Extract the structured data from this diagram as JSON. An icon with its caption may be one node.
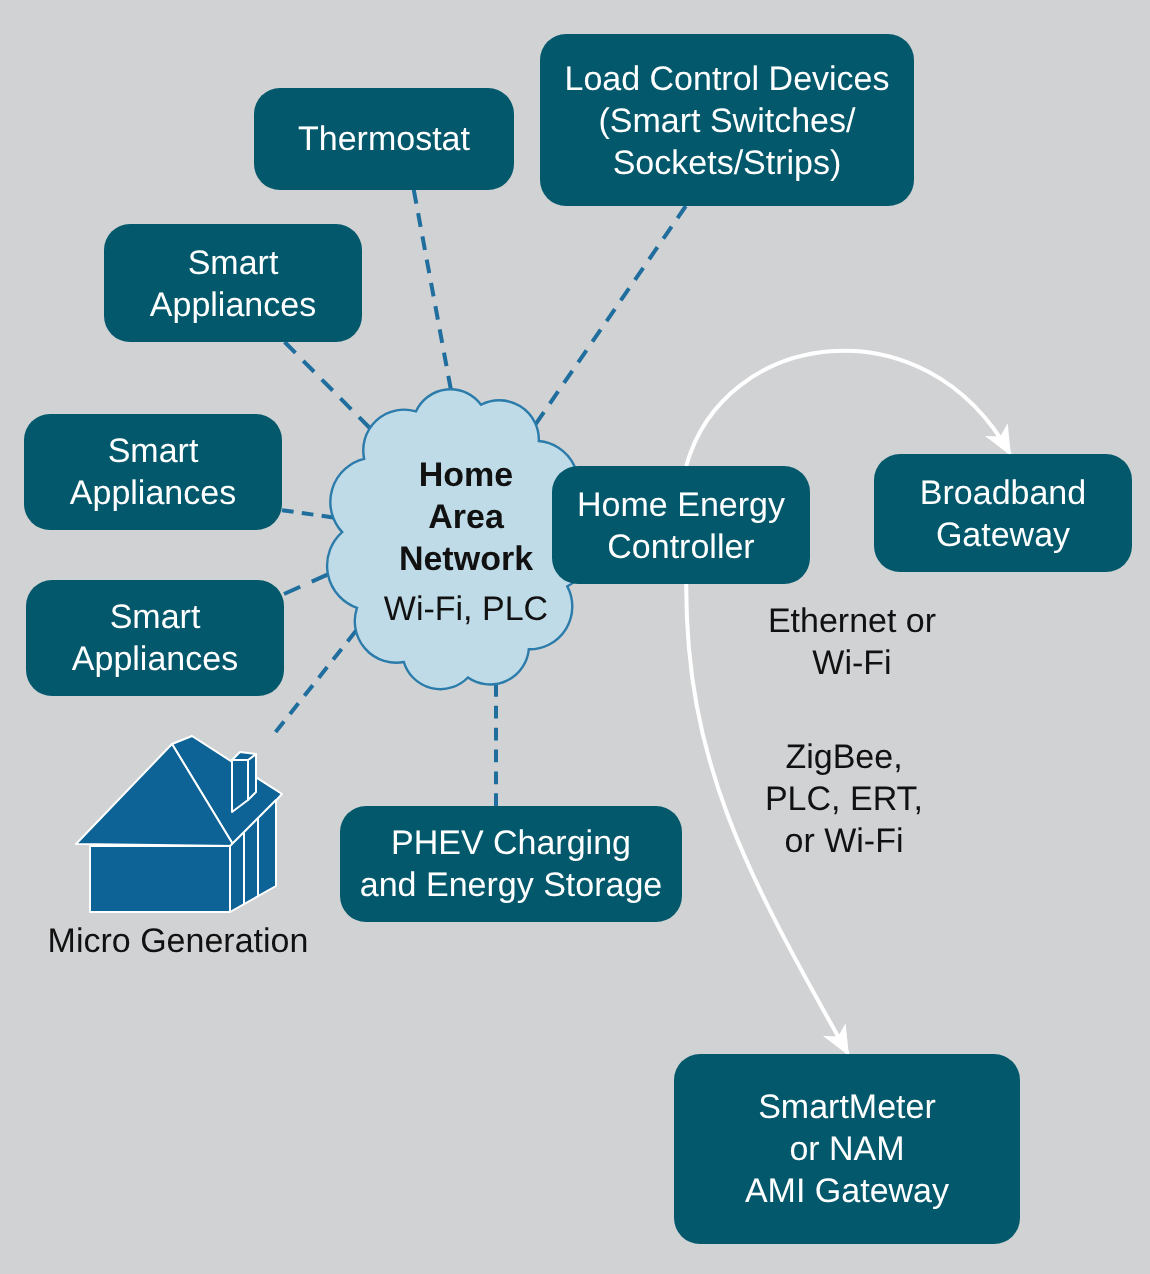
{
  "diagram": {
    "nodes": [
      {
        "text": [
          "Thermostat"
        ]
      },
      {
        "text": [
          "Load Control Devices (Smart Switches/ Sockets/Strips)"
        ]
      },
      {
        "text": [
          "Smart Appliances"
        ]
      },
      {
        "text": [
          "Smart Appliances"
        ]
      },
      {
        "text": [
          "Home Area Network",
          "Wi-Fi, PLC"
        ]
      },
      {
        "text": [
          "Home Energy Controller"
        ]
      },
      {
        "text": [
          "Broadband Gateway"
        ]
      },
      {
        "text": [
          "Smart Appliances"
        ]
      },
      {
        "text": [],
        "shape": "picture",
        "beside": [
          "Micro Generation"
        ]
      },
      {
        "text": [
          "PHEV Charging and Energy Storage"
        ]
      },
      {
        "text": [
          "SmartMeter or NAM",
          "AMI Gateway"
        ]
      }
    ],
    "edges": [
      {
        "from": 0,
        "to": 4,
        "arrow": "none",
        "style": "dashed"
      },
      {
        "from": 1,
        "to": 4,
        "arrow": "none",
        "style": "dashed"
      },
      {
        "from": 2,
        "to": 4,
        "arrow": "none",
        "style": "dashed"
      },
      {
        "from": 3,
        "to": 4,
        "arrow": "none",
        "style": "dashed"
      },
      {
        "from": 7,
        "to": 4,
        "arrow": "none",
        "style": "dashed"
      },
      {
        "from": 8,
        "to": 4,
        "arrow": "none",
        "style": "dashed"
      },
      {
        "from": 9,
        "to": 4,
        "arrow": "none",
        "style": "dashed"
      },
      {
        "from": 5,
        "to": 6,
        "arrow": "to",
        "label": "Ethernet or Wi-Fi",
        "color": "#ffffff"
      },
      {
        "from": 5,
        "to": 10,
        "arrow": "to",
        "label": "ZigBee, PLC, ERT, or Wi-Fi",
        "color": "#ffffff"
      }
    ]
  }
}
